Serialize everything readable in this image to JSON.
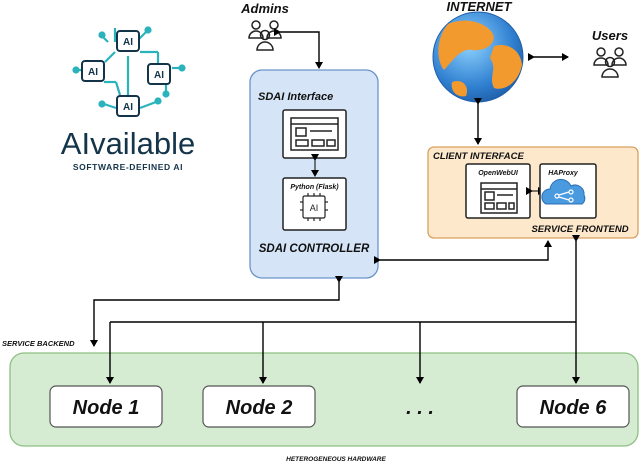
{
  "logo": {
    "wordmark": "AIvailable",
    "tagline": "SOFTWARE-DEFINED AI",
    "chip_label": "AI"
  },
  "actors": {
    "admins": "Admins",
    "users": "Users",
    "internet": "INTERNET"
  },
  "controller": {
    "interface_title": "SDAI Interface",
    "python_label": "Python (Flask)",
    "chip_label": "AI",
    "title": "SDAI CONTROLLER"
  },
  "frontend": {
    "interface_title": "CLIENT INTERFACE",
    "openwebui_label": "OpenWebUI",
    "haproxy_label": "HAProxy",
    "title": "SERVICE FRONTEND"
  },
  "backend": {
    "label": "SERVICE BACKEND",
    "hardware_label": "HETEROGENEOUS HARDWARE",
    "nodes": [
      "Node 1",
      "Node 2",
      "Node 6"
    ],
    "ellipsis": ". . ."
  },
  "colors": {
    "controller_fill": "#d5e5f7",
    "controller_stroke": "#6a93c9",
    "frontend_fill": "#fde8cc",
    "frontend_stroke": "#d9a05f",
    "hardware_fill": "#d6ecd2",
    "hardware_stroke": "#8cbf82",
    "logo_teal": "#2bb3bd",
    "logo_navy": "#14344a"
  }
}
